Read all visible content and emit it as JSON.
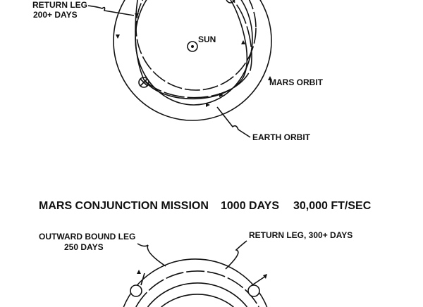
{
  "top_diagram": {
    "return_leg_label": "RETURN LEG",
    "return_leg_days": "200+ DAYS",
    "sun_label": "SUN",
    "mars_orbit_label": "MARS ORBIT",
    "earth_orbit_label": "EARTH ORBIT"
  },
  "bottom_diagram": {
    "title": "MARS CONJUNCTION MISSION",
    "duration": "1000 DAYS",
    "velocity": "30,000 FT/SEC",
    "outward_leg_label": "OUTWARD BOUND LEG",
    "outward_leg_days": "250 DAYS",
    "return_leg_label": "RETURN LEG,  300+ DAYS"
  }
}
